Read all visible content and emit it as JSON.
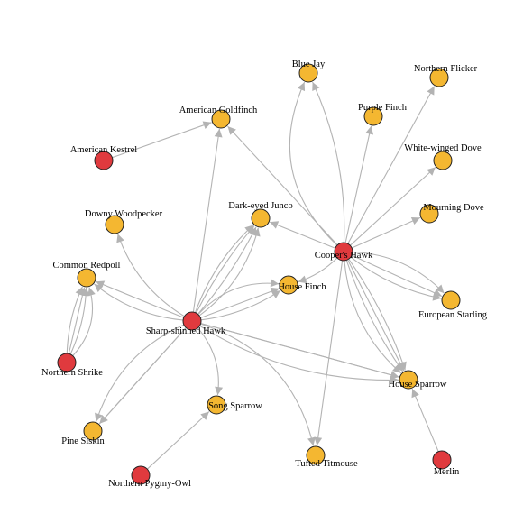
{
  "nodes": [
    {
      "id": "blue_jay",
      "label": "Blue Jay",
      "role": "prey"
    },
    {
      "id": "northern_flicker",
      "label": "Northern Flicker",
      "role": "prey"
    },
    {
      "id": "purple_finch",
      "label": "Purple Finch",
      "role": "prey"
    },
    {
      "id": "american_goldfinch",
      "label": "American Goldfinch",
      "role": "prey"
    },
    {
      "id": "american_kestrel",
      "label": "American Kestrel",
      "role": "predator"
    },
    {
      "id": "white_winged_dove",
      "label": "White-winged Dove",
      "role": "prey"
    },
    {
      "id": "downy_woodpecker",
      "label": "Downy Woodpecker",
      "role": "prey"
    },
    {
      "id": "dark_eyed_junco",
      "label": "Dark-eyed Junco",
      "role": "prey"
    },
    {
      "id": "mourning_dove",
      "label": "Mourning Dove",
      "role": "prey"
    },
    {
      "id": "coopers_hawk",
      "label": "Cooper's Hawk",
      "role": "predator"
    },
    {
      "id": "common_redpoll",
      "label": "Common Redpoll",
      "role": "prey"
    },
    {
      "id": "house_finch",
      "label": "House Finch",
      "role": "prey"
    },
    {
      "id": "european_starling",
      "label": "European Starling",
      "role": "prey"
    },
    {
      "id": "sharp_shinned_hawk",
      "label": "Sharp-shinned Hawk",
      "role": "predator"
    },
    {
      "id": "northern_shrike",
      "label": "Northern Shrike",
      "role": "predator"
    },
    {
      "id": "house_sparrow",
      "label": "House Sparrow",
      "role": "prey"
    },
    {
      "id": "song_sparrow",
      "label": "Song Sparrow",
      "role": "prey"
    },
    {
      "id": "pine_siskin",
      "label": "Pine Siskin",
      "role": "prey"
    },
    {
      "id": "tufted_titmouse",
      "label": "Tufted Titmouse",
      "role": "prey"
    },
    {
      "id": "merlin",
      "label": "Merlin",
      "role": "predator"
    },
    {
      "id": "northern_pygmy_owl",
      "label": "Northern Pygmy-Owl",
      "role": "predator"
    }
  ],
  "edges": [
    {
      "from": "american_kestrel",
      "to": "american_goldfinch"
    },
    {
      "from": "coopers_hawk",
      "to": "blue_jay"
    },
    {
      "from": "coopers_hawk",
      "to": "blue_jay"
    },
    {
      "from": "coopers_hawk",
      "to": "northern_flicker"
    },
    {
      "from": "coopers_hawk",
      "to": "purple_finch"
    },
    {
      "from": "coopers_hawk",
      "to": "american_goldfinch"
    },
    {
      "from": "coopers_hawk",
      "to": "white_winged_dove"
    },
    {
      "from": "coopers_hawk",
      "to": "mourning_dove"
    },
    {
      "from": "coopers_hawk",
      "to": "dark_eyed_junco"
    },
    {
      "from": "coopers_hawk",
      "to": "house_finch"
    },
    {
      "from": "coopers_hawk",
      "to": "european_starling"
    },
    {
      "from": "coopers_hawk",
      "to": "european_starling"
    },
    {
      "from": "coopers_hawk",
      "to": "european_starling"
    },
    {
      "from": "coopers_hawk",
      "to": "house_sparrow"
    },
    {
      "from": "coopers_hawk",
      "to": "house_sparrow"
    },
    {
      "from": "coopers_hawk",
      "to": "house_sparrow"
    },
    {
      "from": "coopers_hawk",
      "to": "house_sparrow"
    },
    {
      "from": "coopers_hawk",
      "to": "tufted_titmouse"
    },
    {
      "from": "sharp_shinned_hawk",
      "to": "american_goldfinch"
    },
    {
      "from": "sharp_shinned_hawk",
      "to": "downy_woodpecker"
    },
    {
      "from": "sharp_shinned_hawk",
      "to": "dark_eyed_junco"
    },
    {
      "from": "sharp_shinned_hawk",
      "to": "dark_eyed_junco"
    },
    {
      "from": "sharp_shinned_hawk",
      "to": "dark_eyed_junco"
    },
    {
      "from": "sharp_shinned_hawk",
      "to": "dark_eyed_junco"
    },
    {
      "from": "sharp_shinned_hawk",
      "to": "house_finch"
    },
    {
      "from": "sharp_shinned_hawk",
      "to": "house_finch"
    },
    {
      "from": "sharp_shinned_hawk",
      "to": "house_finch"
    },
    {
      "from": "sharp_shinned_hawk",
      "to": "common_redpoll"
    },
    {
      "from": "sharp_shinned_hawk",
      "to": "common_redpoll"
    },
    {
      "from": "sharp_shinned_hawk",
      "to": "house_sparrow"
    },
    {
      "from": "sharp_shinned_hawk",
      "to": "house_sparrow"
    },
    {
      "from": "sharp_shinned_hawk",
      "to": "house_sparrow"
    },
    {
      "from": "sharp_shinned_hawk",
      "to": "song_sparrow"
    },
    {
      "from": "sharp_shinned_hawk",
      "to": "pine_siskin"
    },
    {
      "from": "sharp_shinned_hawk",
      "to": "pine_siskin"
    },
    {
      "from": "sharp_shinned_hawk",
      "to": "pine_siskin"
    },
    {
      "from": "sharp_shinned_hawk",
      "to": "tufted_titmouse"
    },
    {
      "from": "northern_shrike",
      "to": "common_redpoll"
    },
    {
      "from": "northern_shrike",
      "to": "common_redpoll"
    },
    {
      "from": "northern_shrike",
      "to": "common_redpoll"
    },
    {
      "from": "northern_shrike",
      "to": "common_redpoll"
    },
    {
      "from": "merlin",
      "to": "house_sparrow"
    },
    {
      "from": "northern_pygmy_owl",
      "to": "song_sparrow"
    }
  ],
  "colors": {
    "predator": "#e03a3e",
    "prey": "#f4b731",
    "edge": "#b3b3b3",
    "outline": "#222222"
  }
}
